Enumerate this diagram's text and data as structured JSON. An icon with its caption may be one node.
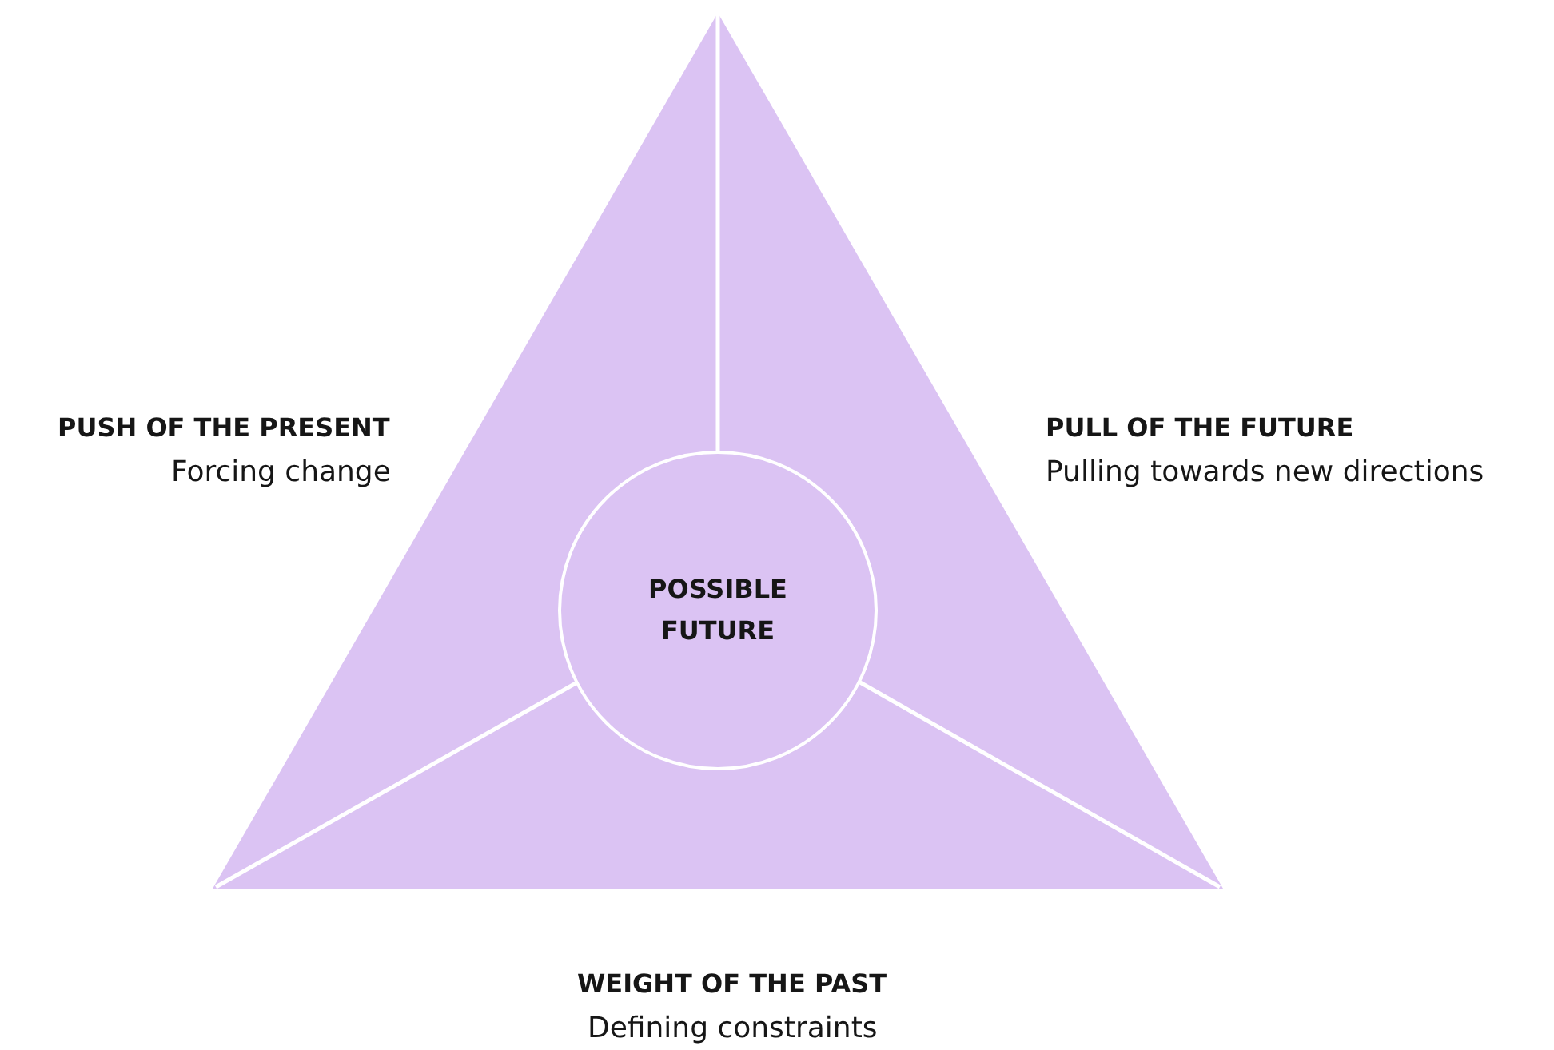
{
  "diagram": {
    "nodes": [
      {
        "text": [
          "POSSIBLE FUTURE"
        ]
      }
    ],
    "labels": [
      "PUSH OF THE PRESENT",
      "Forcing change",
      "PULL OF THE FUTURE",
      "Pulling towards new directions",
      "WEIGHT OF THE PAST",
      "Defining constraints"
    ]
  }
}
